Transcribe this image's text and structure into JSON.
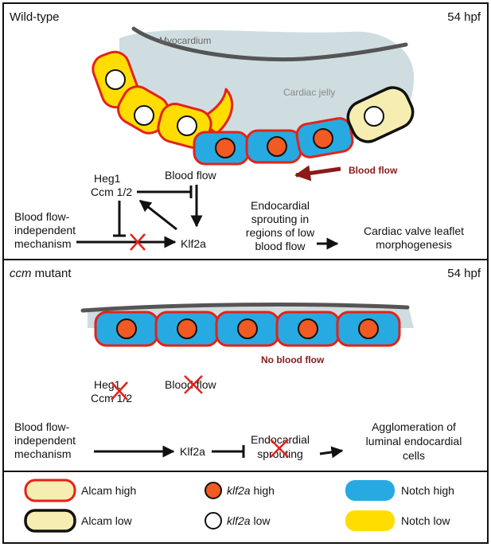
{
  "wild_type": {
    "title": "Wild-type",
    "stage": "54 hpf",
    "myocardium_label": "Myocardium",
    "cardiac_jelly_label": "Cardiac jelly",
    "blood_flow_arrow_label": "Blood flow",
    "heg1_label": "Heg1",
    "ccm_label": "Ccm 1/2",
    "blood_flow_label": "Blood flow",
    "independent_mechanism_line1": "Blood flow-",
    "independent_mechanism_line2": "independent",
    "independent_mechanism_line3": "mechanism",
    "klf2a_label": "Klf2a",
    "sprouting_line1": "Endocardial",
    "sprouting_line2": "sprouting in",
    "sprouting_line3": "regions of low",
    "sprouting_line4": "blood flow",
    "valve_line1": "Cardiac valve leaflet",
    "valve_line2": "morphogenesis"
  },
  "ccm_mutant": {
    "title_italic": "ccm",
    "title_rest": " mutant",
    "stage": "54 hpf",
    "no_blood_flow_label": "No blood flow",
    "heg1_label": "Heg1",
    "ccm_label": "Ccm 1/2",
    "blood_flow_label": "Blood flow",
    "independent_mechanism_line1": "Blood flow-",
    "independent_mechanism_line2": "independent",
    "independent_mechanism_line3": "mechanism",
    "klf2a_label": "Klf2a",
    "sprouting_line1": "Endocardial",
    "sprouting_line2": "sprouting",
    "outcome_line1": "Agglomeration of",
    "outcome_line2": "luminal endocardial",
    "outcome_line3": "cells"
  },
  "legend": {
    "alcam_high": "Alcam high",
    "alcam_low": "Alcam low",
    "klf2a_high_italic": "klf2a",
    "klf2a_high_rest": " high",
    "klf2a_low_italic": "klf2a",
    "klf2a_low_rest": " low",
    "notch_high": "Notch high",
    "notch_low": "Notch low"
  },
  "colors": {
    "alcam_high_border": "#e2231a",
    "alcam_low_border": "#111111",
    "pale_yellow_fill": "#f5eeb0",
    "notch_high_fill": "#27aae1",
    "notch_low_fill": "#ffdd00",
    "klf2a_high_fill": "#f15a22",
    "klf2a_low_fill": "#ffffff",
    "cardiac_jelly": "#cfdde0",
    "myocardium": "#555555",
    "blood_flow_arrow": "#8b1a1a",
    "inhibition_cross": "#e2231a"
  }
}
